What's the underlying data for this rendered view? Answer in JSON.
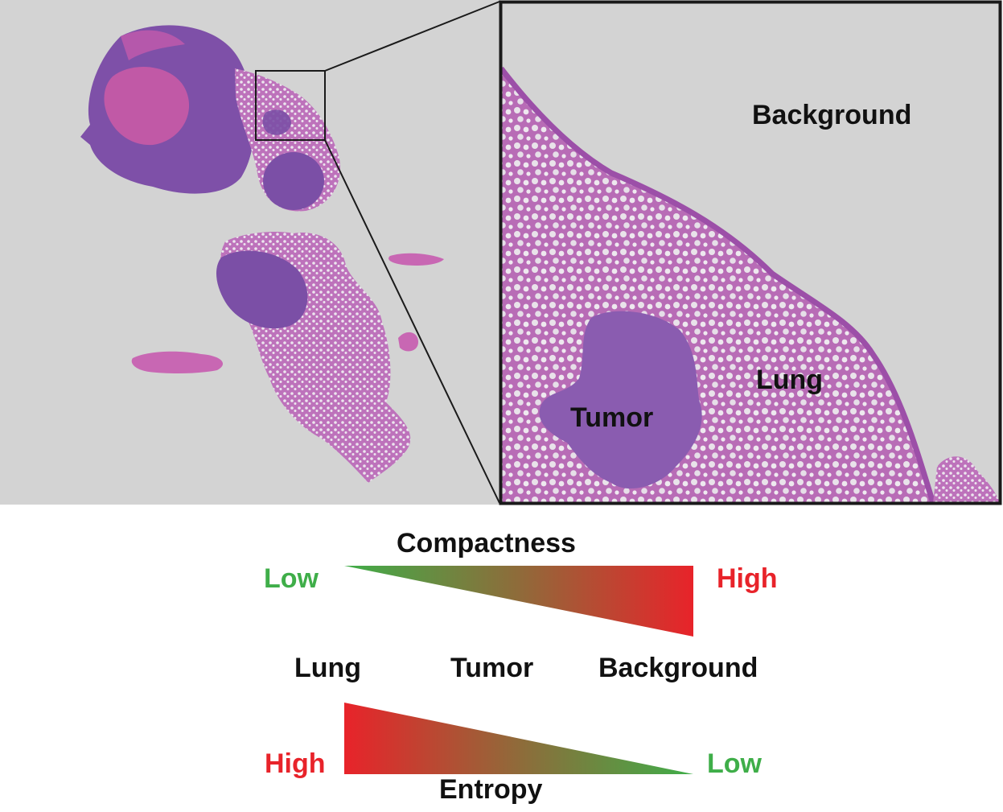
{
  "zoom_labels": {
    "background": "Background",
    "lung": "Lung",
    "tumor": "Tumor"
  },
  "compactness": {
    "title": "Compactness",
    "low": "Low",
    "high": "High"
  },
  "tissue_order": [
    "Lung",
    "Tumor",
    "Background"
  ],
  "entropy": {
    "title": "Entropy",
    "low": "Low",
    "high": "High"
  },
  "colors": {
    "low": "#3fae49",
    "high": "#e8232a",
    "mid": "#8f6b3a",
    "stain_dark": "#7b4fa6",
    "stain_light": "#b15fb0",
    "stain_pink": "#d35aa8",
    "slide_bg": "#d4d4d4",
    "text": "#111111"
  }
}
